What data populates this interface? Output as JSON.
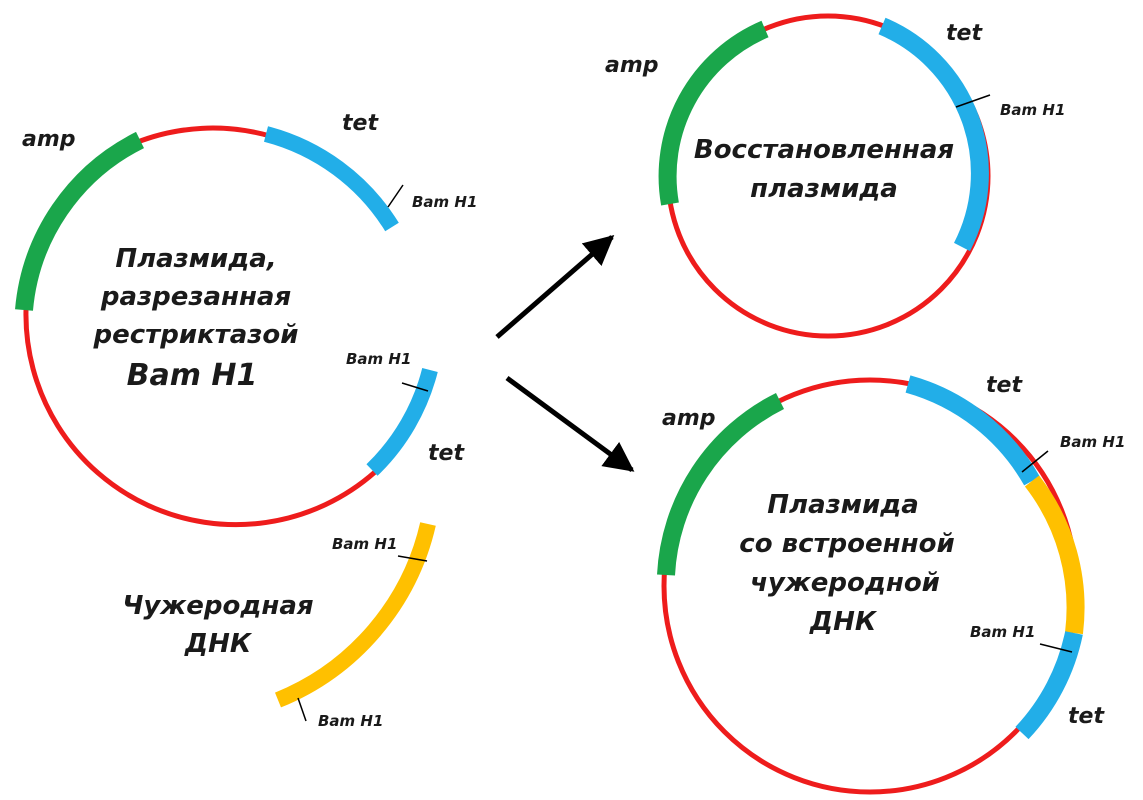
{
  "colors": {
    "backbone": "#ee1c1c",
    "amp": "#1aa64b",
    "tet": "#22aee8",
    "foreign": "#ffc000",
    "arrow": "#000000",
    "text": "#1a1a1a"
  },
  "cut_plasmid": {
    "title_lines": [
      "Плазмида,",
      "разрезанная",
      "рестриктазой"
    ],
    "enzyme": "Bam H1",
    "amp_label": "amp",
    "tet_top_label": "tet",
    "tet_bottom_label": "tet",
    "site_top": "Bam H1",
    "site_bottom": "Bam H1"
  },
  "foreign_dna": {
    "title_lines": [
      "Чужеродная",
      "ДНК"
    ],
    "site_top": "Bam H1",
    "site_bottom": "Bam H1"
  },
  "restored_plasmid": {
    "title_lines": [
      "Восстановленная",
      "плазмида"
    ],
    "amp_label": "amp",
    "tet_label": "tet",
    "site": "Bam H1"
  },
  "recombinant_plasmid": {
    "title_lines": [
      "Плазмида",
      "со встроенной",
      "чужеродной",
      "ДНК"
    ],
    "amp_label": "amp",
    "tet_top_label": "tet",
    "tet_bottom_label": "tet",
    "site_top": "Bam H1",
    "site_bottom": "Bam H1"
  }
}
